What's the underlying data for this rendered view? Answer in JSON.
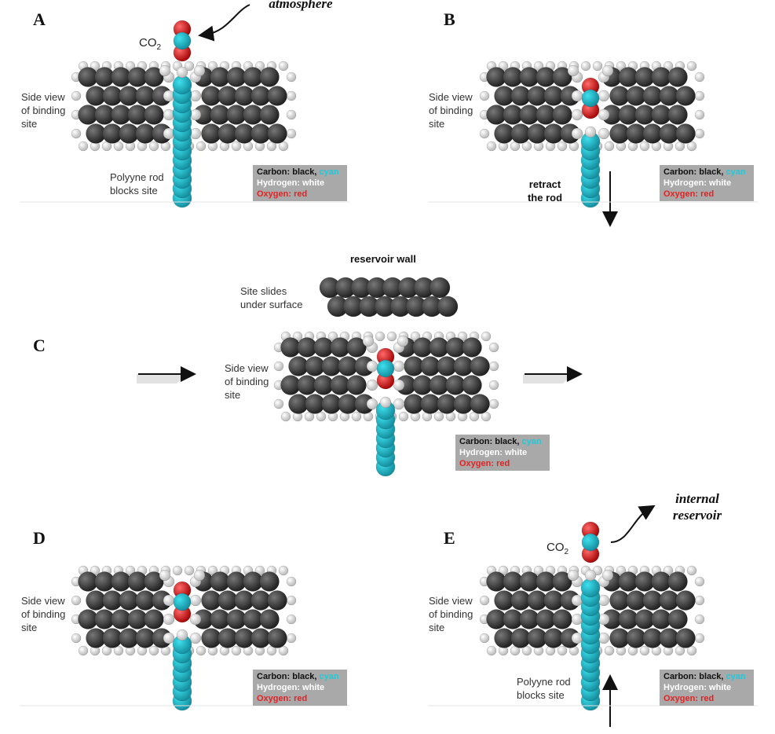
{
  "panels": {
    "A": {
      "letter": "A",
      "note": "atmosphere",
      "co2": "CO",
      "co2_sub": "2",
      "side_label_1": "Side view",
      "side_label_2": "of binding",
      "side_label_3": "site",
      "rod_label_1": "Polyyne rod",
      "rod_label_2": "blocks site"
    },
    "B": {
      "letter": "B",
      "side_label_1": "Side view",
      "side_label_2": "of binding",
      "side_label_3": "site",
      "action_1": "retract",
      "action_2": "the rod"
    },
    "C": {
      "letter": "C",
      "wall_label": "reservoir wall",
      "slide_label_1": "Site slides",
      "slide_label_2": "under surface",
      "side_label_1": "Side view",
      "side_label_2": "of binding",
      "side_label_3": "site"
    },
    "D": {
      "letter": "D",
      "side_label_1": "Side view",
      "side_label_2": "of binding",
      "side_label_3": "site"
    },
    "E": {
      "letter": "E",
      "note_1": "internal",
      "note_2": "reservoir",
      "co2": "CO",
      "co2_sub": "2",
      "side_label_1": "Side view",
      "side_label_2": "of binding",
      "side_label_3": "site",
      "rod_label_1": "Polyyne rod",
      "rod_label_2": "blocks site"
    }
  },
  "legend": {
    "carbon": "Carbon: black,",
    "carbon_alt": "cyan",
    "hydrogen": "Hydrogen: white",
    "oxygen": "Oxygen: red"
  },
  "colors": {
    "carbon": "#333333",
    "rod": "#22b8c8",
    "hydrogen": "#e8e8e8",
    "oxygen": "#d82020",
    "legend_bg": "#a9a9a9"
  }
}
